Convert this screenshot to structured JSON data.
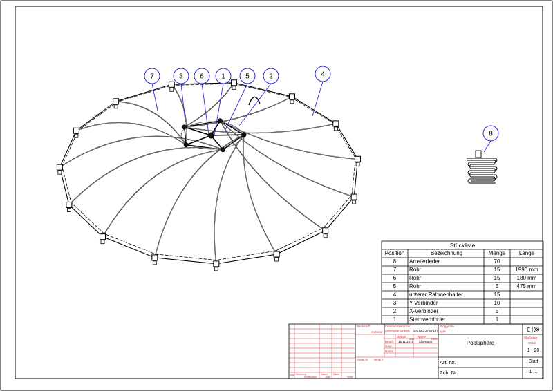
{
  "balloons": [
    "7",
    "3",
    "6",
    "1",
    "5",
    "2",
    "4",
    "8"
  ],
  "parts_list": {
    "title": "Stückliste",
    "headers": {
      "position": "Position",
      "description": "Bezeichnung",
      "quantity": "Menge",
      "length": "Länge"
    },
    "rows": [
      {
        "position": "8",
        "description": "Arretierfeder",
        "quantity": "70",
        "length": ""
      },
      {
        "position": "7",
        "description": "Rohr",
        "quantity": "15",
        "length": "1990 mm"
      },
      {
        "position": "6",
        "description": "Rohr",
        "quantity": "15",
        "length": "180 mm"
      },
      {
        "position": "5",
        "description": "Rohr",
        "quantity": "5",
        "length": "475 mm"
      },
      {
        "position": "4",
        "description": "unterer Rahmenhalter",
        "quantity": "15",
        "length": ""
      },
      {
        "position": "3",
        "description": "Y-Verbinder",
        "quantity": "10",
        "length": ""
      },
      {
        "position": "2",
        "description": "X-Verbinder",
        "quantity": "5",
        "length": ""
      },
      {
        "position": "1",
        "description": "Sternverbinder",
        "quantity": "1",
        "length": ""
      }
    ]
  },
  "title_block": {
    "material_de": "Werkstoff",
    "material_en": "material",
    "tolerance_de": "Freimaßtoleranzen",
    "tolerance_en": "dimensional variation",
    "tolerance_value": "DIN ISO 2768-1 m",
    "surface_de": "Ringgröße",
    "surface_en": "type",
    "date_label": "Datum",
    "date_en": "date",
    "name_label": "Name",
    "name_en": "name",
    "drawn_label": "Bearb.",
    "drawn_date": "16.11.2015",
    "drawn_name": "Christoph",
    "checked_label": "Gepr.",
    "norm_label": "Norm.",
    "weight_de": "Gewicht",
    "weight_en": "weight",
    "drawing_title": "Poolsphäre",
    "scale_de": "Maßstab",
    "scale_en": "scale",
    "scale_value": "1 : 20",
    "art_nr": "Art. Nr.",
    "zch_nr": "Zch. Nr.",
    "sheet_label": "Blatt",
    "sheet_value": "1 /1",
    "rev_zust": "Zust",
    "rev_change": "Änderung",
    "rev_change_en": "modification",
    "rev_date": "Datum",
    "rev_name": "Name",
    "rev_date_en": "date",
    "rev_name_en": "name"
  },
  "colors": {
    "balloon": "#2b2bd6",
    "tolerance_grid": "#d23a3a",
    "line": "#000000"
  }
}
